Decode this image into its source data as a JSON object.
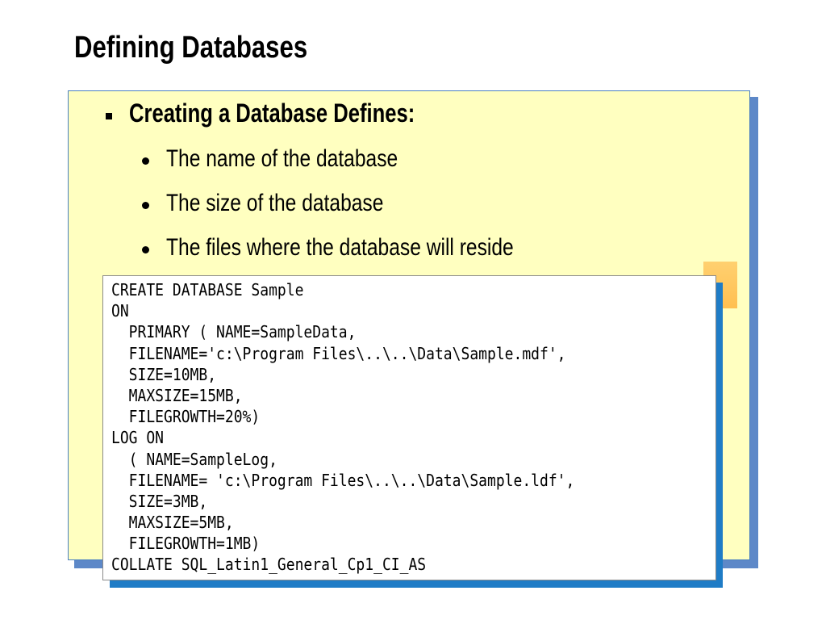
{
  "slide": {
    "title": "Defining Databases",
    "heading": "Creating a Database Defines:",
    "items": [
      "The name of the database",
      "The size of the database",
      "The files where the database will reside"
    ]
  },
  "code": {
    "lines": [
      "CREATE DATABASE Sample",
      "ON",
      "  PRIMARY ( NAME=SampleData,",
      "  FILENAME='c:\\Program Files\\..\\..\\Data\\Sample.mdf',",
      "  SIZE=10MB,",
      "  MAXSIZE=15MB,",
      "  FILEGROWTH=20%)",
      "LOG ON",
      "  ( NAME=SampleLog,",
      "  FILENAME= 'c:\\Program Files\\..\\..\\Data\\Sample.ldf',",
      "  SIZE=3MB,",
      "  MAXSIZE=5MB,",
      "  FILEGROWTH=1MB)",
      "COLLATE SQL_Latin1_General_Cp1_CI_AS"
    ]
  },
  "colors": {
    "panel_fill": "#ffffc0",
    "panel_shadow": "#5d88c8",
    "code_shadow": "#1f7cc6",
    "highlight": "#ffbf50"
  }
}
